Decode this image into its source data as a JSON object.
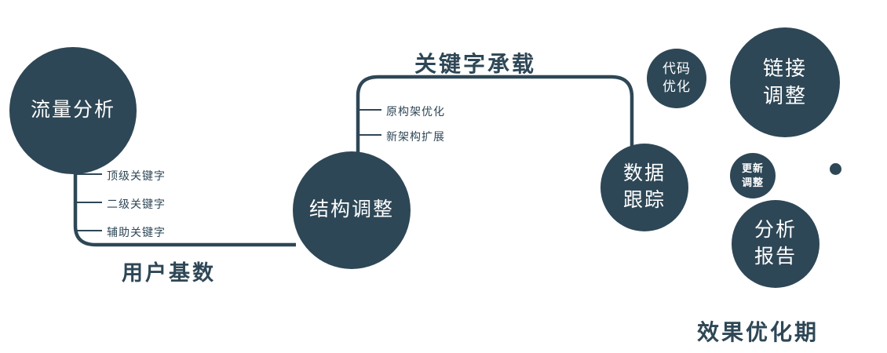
{
  "colors": {
    "primary": "#2e4756",
    "text_on_node": "#ffffff"
  },
  "nodes": {
    "traffic_analysis": {
      "label": "流量分析"
    },
    "structure_adjustment": {
      "label": "结构调整"
    },
    "data_tracking": {
      "label": "数据\n跟踪"
    },
    "code_optimization": {
      "label": "代码\n优化"
    },
    "link_adjustment": {
      "label": "链接\n调整"
    },
    "update_adjustment": {
      "label": "更新\n调整"
    },
    "analysis_report": {
      "label": "分析\n报告"
    }
  },
  "edge_labels": {
    "user_base": "用户基数",
    "keyword_carrying": "关键字承载"
  },
  "branch_labels": {
    "top_keyword": "顶级关键字",
    "secondary_keyword": "二级关键字",
    "auxiliary_keyword": "辅助关键字",
    "original_architecture_optimization": "原构架优化",
    "new_architecture_expansion": "新架构扩展"
  },
  "caption": "效果优化期"
}
